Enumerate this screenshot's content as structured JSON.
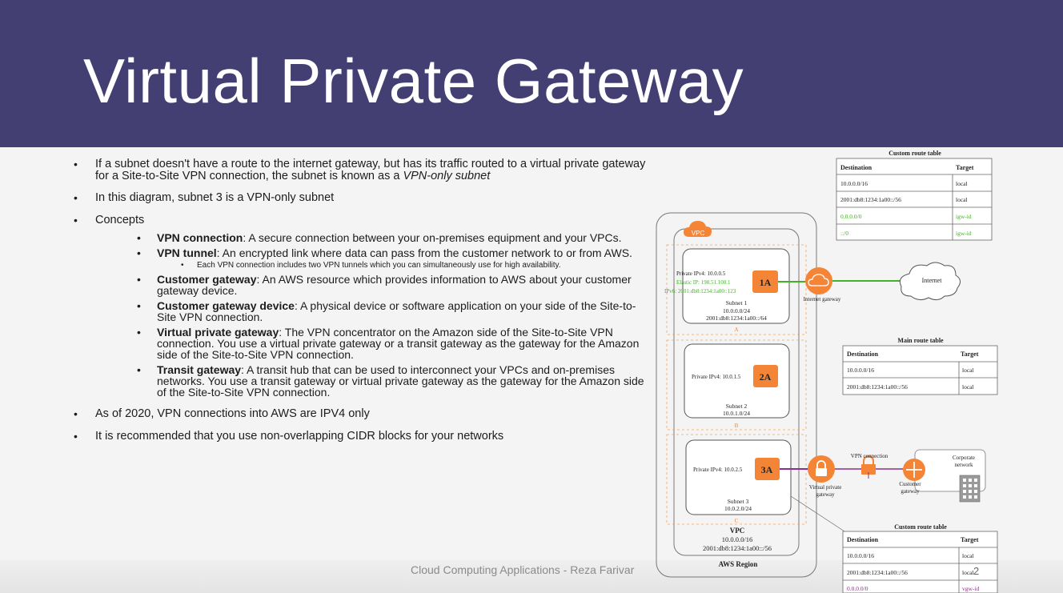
{
  "slide": {
    "title": "Virtual Private Gateway",
    "footer": "Cloud Computing Applications - Reza Farivar",
    "page_number": "2"
  },
  "bullets": {
    "b1_text": "If a subnet doesn't have a route to the internet gateway, but has its traffic routed to a virtual private gateway for a Site-to-Site VPN connection, the subnet is known as a ",
    "b1_italic": "VPN-only subnet",
    "b2": "In this diagram, subnet 3 is a VPN-only subnet",
    "b3": "Concepts",
    "concepts": [
      {
        "term": "VPN connection",
        "desc": ": A secure connection between your on-premises equipment and your VPCs."
      },
      {
        "term": "VPN tunnel",
        "desc": ": An encrypted link where data can pass from the customer network to or from AWS."
      },
      {
        "term": "Customer gateway",
        "desc": ": An AWS resource which provides information to AWS about your customer gateway device."
      },
      {
        "term": "Customer gateway device",
        "desc": ": A physical device or software application on your side of the Site-to-Site VPN connection."
      },
      {
        "term": "Virtual private gateway",
        "desc": ": The VPN concentrator on the Amazon side of the Site-to-Site VPN connection. You use a virtual private gateway or a transit gateway as the gateway for the Amazon side of the Site-to-Site VPN connection."
      },
      {
        "term": "Transit gateway",
        "desc": ": A transit hub that can be used to interconnect your VPCs and on-premises networks. You use a transit gateway or virtual private gateway as the gateway for the Amazon side of the Site-to-Site VPN connection."
      }
    ],
    "tunnel_note": "Each VPN connection includes two VPN tunnels which you can simultaneously use for high availability.",
    "b4": "As of 2020, VPN connections into AWS are IPV4 only",
    "b5": "It is recommended that you use non-overlapping CIDR blocks for your networks"
  },
  "diagram": {
    "custom_table_1": {
      "title": "Custom route table",
      "col_dest": "Destination",
      "col_target": "Target",
      "rows": [
        {
          "dest": "10.0.0.0/16",
          "target": "local"
        },
        {
          "dest": "2001:db8:1234:1a00::/56",
          "target": "local"
        },
        {
          "dest": "0.0.0.0/0",
          "target": "igw-id"
        },
        {
          "dest": "::/0",
          "target": "igw-id"
        }
      ]
    },
    "main_table": {
      "title": "Main route table",
      "col_dest": "Destination",
      "col_target": "Target",
      "rows": [
        {
          "dest": "10.0.0.0/16",
          "target": "local"
        },
        {
          "dest": "2001:db8:1234:1a00::/56",
          "target": "local"
        }
      ]
    },
    "custom_table_2": {
      "title": "Custom route table",
      "col_dest": "Destination",
      "col_target": "Target",
      "rows": [
        {
          "dest": "10.0.0.0/16",
          "target": "local"
        },
        {
          "dest": "2001:db8:1234:1a00::/56",
          "target": "local"
        },
        {
          "dest": "0.0.0.0/0",
          "target": "vgw-id"
        }
      ]
    },
    "vpc_badge": "VPC",
    "subnet1": {
      "badge": "1A",
      "ip_private": "Private IPv4: 10.0.0.5",
      "ip_elastic": "Elastic IP: 198.51.100.1",
      "ip_v6": "IPv6: 2001:db8:1234:1a00::123",
      "name": "Subnet 1",
      "cidr4": "10.0.0.0/24",
      "cidr6": "2001:db8:1234:1a00::/64",
      "az": "A"
    },
    "subnet2": {
      "badge": "2A",
      "ip_private": "Private IPv4: 10.0.1.5",
      "name": "Subnet 2",
      "cidr4": "10.0.1.0/24",
      "az": "B"
    },
    "subnet3": {
      "badge": "3A",
      "ip_private": "Private IPv4: 10.0.2.5",
      "name": "Subnet 3",
      "cidr4": "10.0.2.0/24",
      "az": "C"
    },
    "internet_gateway_label": "Internet gateway",
    "internet_label": "Internet",
    "vpn_connection_label": "VPN connection",
    "virtual_private_gateway_label_1": "Virtual private",
    "virtual_private_gateway_label_2": "gateway",
    "customer_gateway_label_1": "Customer",
    "customer_gateway_label_2": "gateway",
    "corporate_network_label_1": "Corporate",
    "corporate_network_label_2": "network",
    "vpc_label": "VPC",
    "vpc_cidr4": "10.0.0.0/16",
    "vpc_cidr6": "2001:db8:1234:1a00::/56",
    "region_label": "AWS Region",
    "colors": {
      "header": "#433f72",
      "aws_orange": "#f58536",
      "green_route": "#43b02a",
      "purple_route": "#8c2f8f"
    }
  }
}
